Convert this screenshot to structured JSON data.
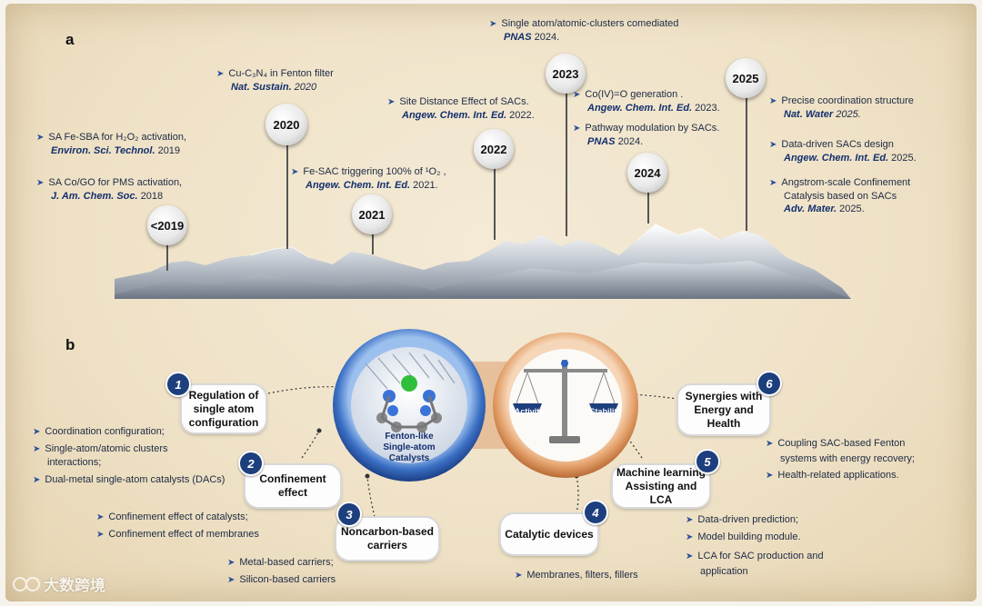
{
  "panel_a": {
    "letter": "a",
    "years": [
      "<2019",
      "2020",
      "2021",
      "2022",
      "2023",
      "2024",
      "2025"
    ],
    "entries": [
      {
        "text": "SA Fe-SBA for H₂O₂ activation,",
        "ref": "Environ. Sci. Technol.",
        "year": " 2019"
      },
      {
        "text": "SA Co/GO for PMS activation,",
        "ref": "J. Am. Chem. Soc.",
        "year": " 2018"
      },
      {
        "text": "Cu-C₃N₄ in Fenton filter",
        "ref": "Nat. Sustain.",
        "year": " 2020"
      },
      {
        "text": "Fe-SAC triggering 100% of ¹O₂ ,",
        "ref": "Angew. Chem. Int. Ed.",
        "year": " 2021."
      },
      {
        "text": "Site Distance Effect of SACs.",
        "ref": "Angew. Chem. Int. Ed.",
        "year": " 2022."
      },
      {
        "text": "Single atom/atomic-clusters comediated",
        "ref": "PNAS",
        "year": " 2024."
      },
      {
        "text": "Co(IV)=O generation .",
        "ref": "Angew. Chem. Int. Ed.",
        "year": " 2023."
      },
      {
        "text": "Pathway modulation by SACs.",
        "ref": "PNAS",
        "year": " 2024."
      },
      {
        "text": "Precise coordination structure",
        "ref": "Nat. Water",
        "year": " 2025."
      },
      {
        "text": "Data-driven SACs design",
        "ref": "Angew. Chem. Int. Ed.",
        "year": " 2025."
      },
      {
        "text": "Angstrom-scale Confinement",
        "text2": "Catalysis based on SACs",
        "ref": "Adv. Mater.",
        "year": " 2025."
      }
    ]
  },
  "panel_b": {
    "letter": "b",
    "center_left": "Fenton-like Single-atom Catalysts",
    "scale_left": "Activity",
    "scale_right": "Stability",
    "nodes": [
      {
        "num": "1",
        "title": "Regulation of single atom configuration"
      },
      {
        "num": "2",
        "title": "Confinement effect"
      },
      {
        "num": "3",
        "title": "Noncarbon-based carriers"
      },
      {
        "num": "4",
        "title": "Catalytic devices"
      },
      {
        "num": "5",
        "title": "Machine learning Assisting and LCA"
      },
      {
        "num": "6",
        "title": "Synergies with Energy and Health"
      }
    ],
    "list1": [
      "Coordination configuration;",
      "Single-atom/atomic clusters",
      "interactions;",
      "Dual-metal single-atom catalysts (DACs)"
    ],
    "list2": [
      "Confinement effect of catalysts;",
      "Confinement effect of membranes"
    ],
    "list3": [
      "Metal-based carriers;",
      "Silicon-based carriers"
    ],
    "list4": [
      "Membranes, filters, fillers"
    ],
    "list5": [
      "Data-driven prediction;",
      "Model building module.",
      "LCA for SAC production and",
      "application"
    ],
    "list6": [
      "Coupling SAC-based Fenton",
      "systems with energy recovery;",
      "Health-related applications."
    ]
  },
  "watermark": "大数跨境",
  "colors": {
    "navy": "#1e3f7d",
    "ref": "#14306e",
    "ring_blue": "#3a6fc4",
    "ring_copper": "#d9925a"
  }
}
